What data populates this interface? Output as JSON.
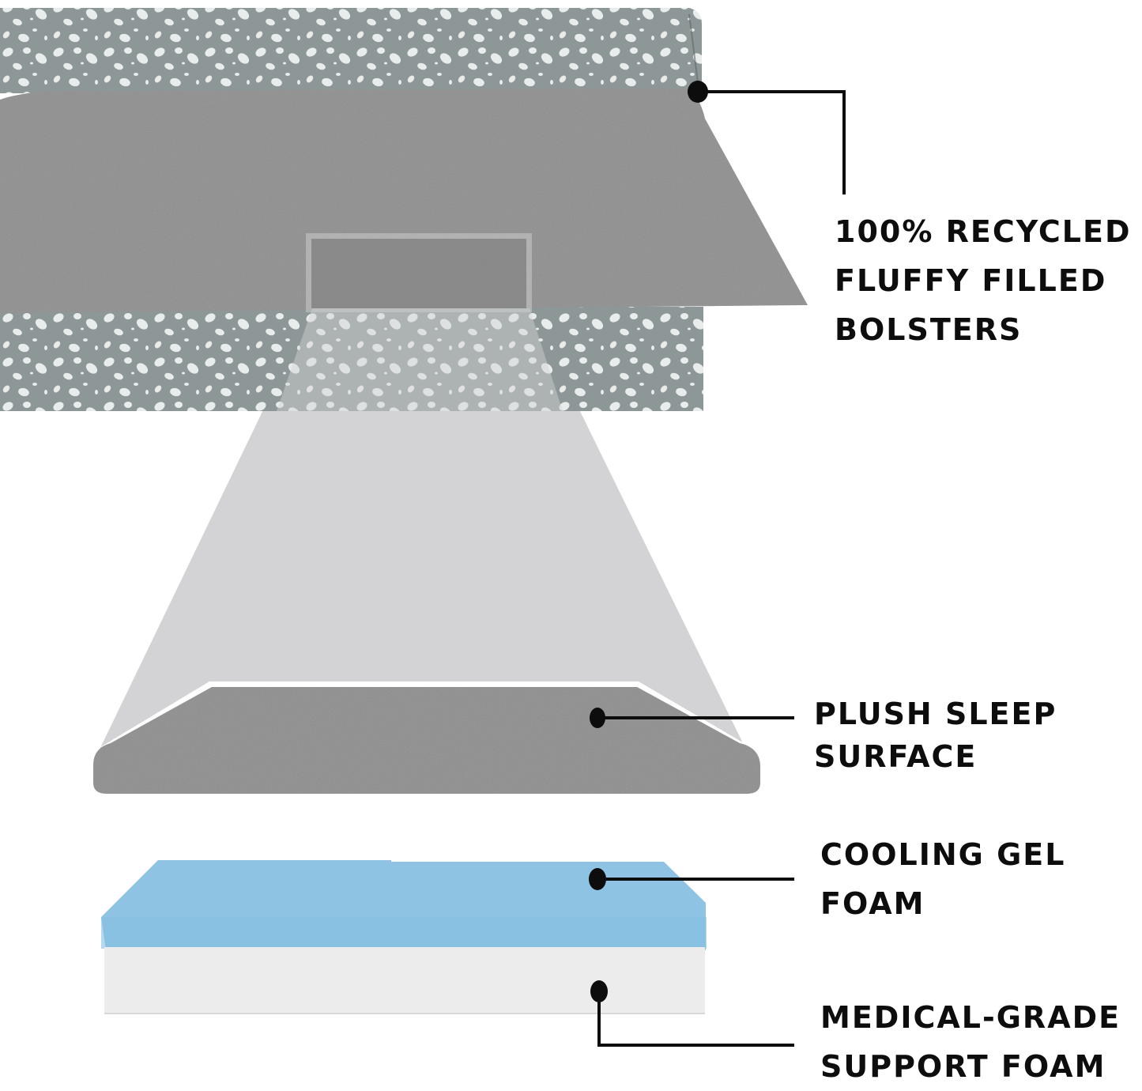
{
  "diagram": {
    "type": "exploded-layer-product-diagram",
    "subject": "orthopedic pet bed layers",
    "colors": {
      "background": "#ffffff",
      "bolster_print": "#8e9797",
      "bolster_spots": "#e8eceb",
      "plush_surface": "#8f8f8f",
      "projection_cone": "#d3d3d5",
      "gel_foam": "#8ec3e3",
      "support_foam": "#ececec",
      "callout_line": "#0d0d0d"
    },
    "callouts": [
      {
        "id": "bolsters",
        "lines": [
          "100% RECYCLED",
          "FLUFFY FILLED",
          "BOLSTERS"
        ],
        "points_to": "bolster"
      },
      {
        "id": "plush",
        "lines": [
          "PLUSH SLEEP",
          "SURFACE"
        ],
        "points_to": "plush-sleep-surface-layer"
      },
      {
        "id": "gel",
        "lines": [
          "COOLING GEL",
          "FOAM"
        ],
        "points_to": "cooling-gel-foam-layer"
      },
      {
        "id": "support",
        "lines": [
          "MEDICAL-GRADE",
          "SUPPORT FOAM"
        ],
        "points_to": "support-foam-layer"
      }
    ]
  }
}
